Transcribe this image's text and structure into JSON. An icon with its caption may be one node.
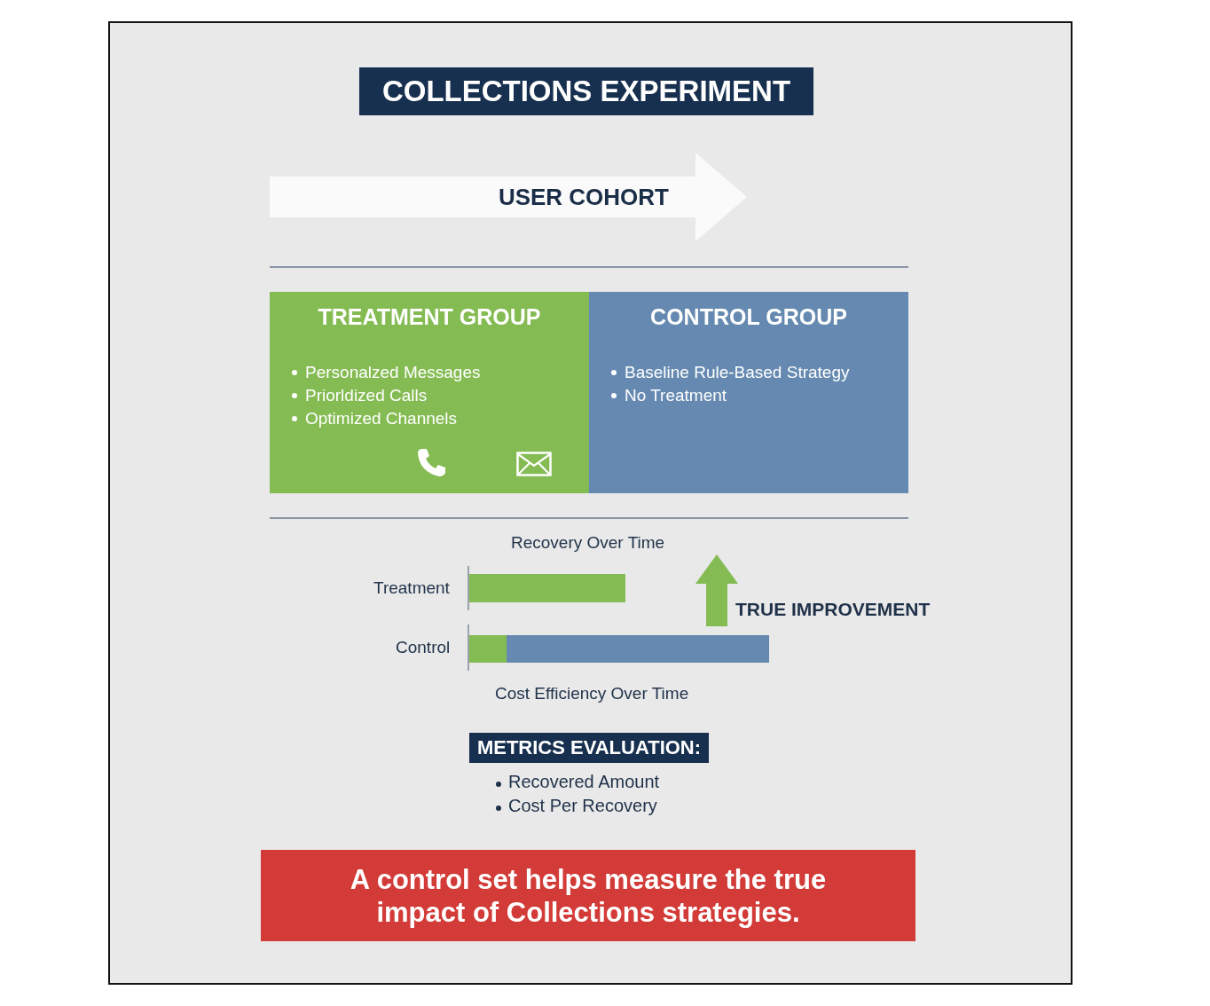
{
  "diagram": {
    "title": "COLLECTIONS EXPERIMENT",
    "nodes": [
      {
        "text": [
          "USER COHORT"
        ]
      },
      {
        "text": [
          "TREATMENT GROUP",
          "Personalzed Messages",
          "Priorldized Calls",
          "Optimized Channels"
        ]
      },
      {
        "text": [
          "CONTROL GROUP",
          "Baseline Rule-Based Strategy",
          "No Treatment"
        ]
      },
      {
        "text": [
          "METRICS EVALUATION:"
        ],
        "beside": [
          "Recovered Amount",
          "Cost Per Recovery"
        ]
      },
      {
        "text": [
          "A control set helps measure the true impact of Collections strategies."
        ]
      }
    ],
    "edges": [],
    "labels": [
      "Recovery Over Time",
      "Treatment",
      "TRUE IMPROVEMENT",
      "Control",
      "Cost Efficiency Over Time"
    ]
  }
}
